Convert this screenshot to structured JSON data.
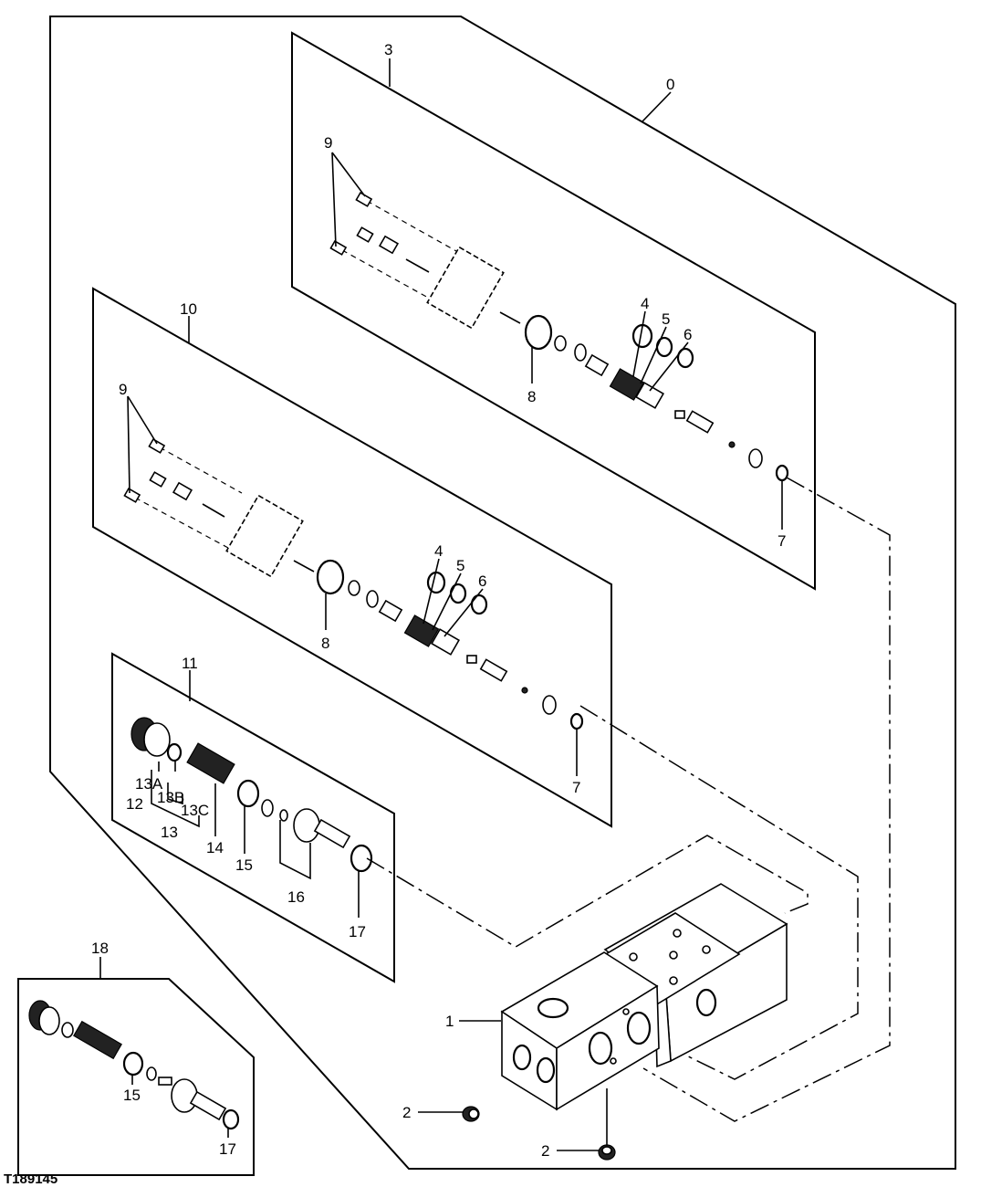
{
  "figure_id": "T189145",
  "callouts": {
    "c0": "0",
    "c1": "1",
    "c2a": "2",
    "c2b": "2",
    "c3": "3",
    "c4a": "4",
    "c5a": "5",
    "c6a": "6",
    "c7a": "7",
    "c8a": "8",
    "c9a": "9",
    "c10": "10",
    "c4b": "4",
    "c5b": "5",
    "c6b": "6",
    "c7b": "7",
    "c8b": "8",
    "c9b": "9",
    "c11": "11",
    "c12": "12",
    "c13": "13",
    "c13a": "13A",
    "c13b": "13B",
    "c13c": "13C",
    "c14": "14",
    "c15": "15",
    "c16": "16",
    "c17": "17",
    "c18": "18",
    "c15b": "15",
    "c17b": "17"
  }
}
